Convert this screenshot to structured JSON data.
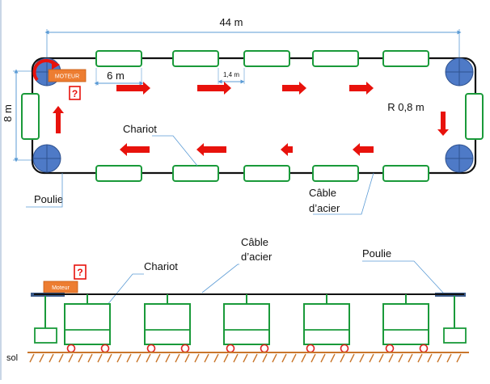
{
  "labels": {
    "length": "44 m",
    "height": "8 m",
    "spacing": "6 m",
    "small_spacing": "1,4 m",
    "radius": "R 0,8 m",
    "chariot_top": "Chariot",
    "pulley_top": "Poulie",
    "cable_top_line1": "Câble",
    "cable_top_line2": "d’acier",
    "motor_top": "MOTEUR",
    "question_mark": "?",
    "cable_side_line1": "Câble",
    "cable_side_line2": "d’acier",
    "chariot_side": "Chariot",
    "pulley_side": "Poulie",
    "motor_side": "Moteur",
    "question_side": "?",
    "ground": "sol"
  },
  "colors": {
    "cart_green": "#1a9a3a",
    "arrow_red": "#e8120c",
    "pulley_blue": "#4e7ac7",
    "motor_orange": "#ed7d31",
    "dimension_line": "#5b9bd5",
    "ground_brown": "#c9762c",
    "wheel_red": "#e02020",
    "cable_black": "#111111"
  }
}
